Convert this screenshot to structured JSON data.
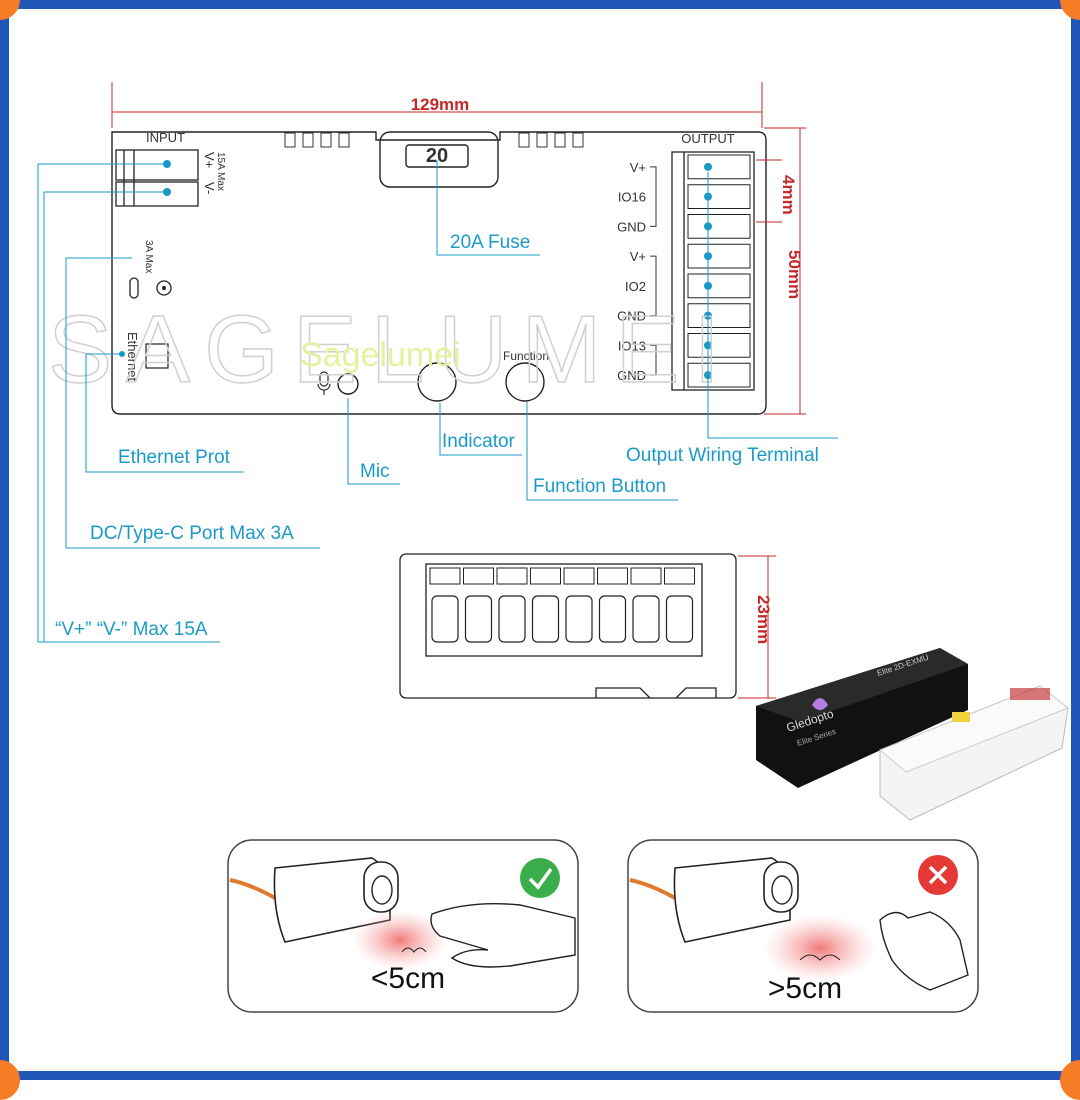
{
  "colors": {
    "frame": "#1f56b8",
    "corner": "#f57c24",
    "callout": "#1a9bc7",
    "dimension": "#c62828",
    "check": "#3aae4a",
    "cross": "#e53935"
  },
  "dimensions": {
    "width": "129mm",
    "height": "50mm",
    "pitch": "4mm",
    "depth": "23mm"
  },
  "board_labels": {
    "input": "INPUT",
    "output": "OUTPUT",
    "input_rating": "15A Max",
    "input_vplus": "V+",
    "input_vminus": "V-",
    "type_c_rating": "3A Max",
    "ethernet": "Ethernet",
    "function": "Function",
    "fuse_display": "20"
  },
  "output_pins": [
    "V+",
    "IO16",
    "GND",
    "V+",
    "IO2",
    "GND",
    "IO13",
    "GND"
  ],
  "callouts": {
    "fuse": "20A Fuse",
    "indicator": "Indicator",
    "mic": "Mic",
    "function_button": "Function Button",
    "ethernet_port": "Ethernet Prot",
    "output_terminal": "Output Wiring Terminal",
    "dc_port": "DC/Type-C Port Max 3A",
    "power_input": "“V+” “V-” Max 15A"
  },
  "watermark": {
    "large": "SAGELUMEI",
    "small": "Sagelumei"
  },
  "product": {
    "brand": "Gledopto",
    "series": "Elite Series",
    "model": "Elite 2D-EXMU"
  },
  "gesture": {
    "ok_distance": "<5cm",
    "bad_distance": ">5cm"
  }
}
